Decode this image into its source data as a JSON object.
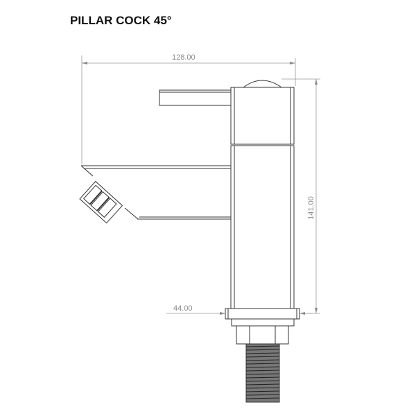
{
  "title": "PILLAR COCK 45°",
  "dimensions": {
    "width": "128.00",
    "height": "141.00",
    "base": "44.00"
  },
  "colors": {
    "line": "#333333",
    "dimension": "#888888",
    "thread": "#555555"
  }
}
